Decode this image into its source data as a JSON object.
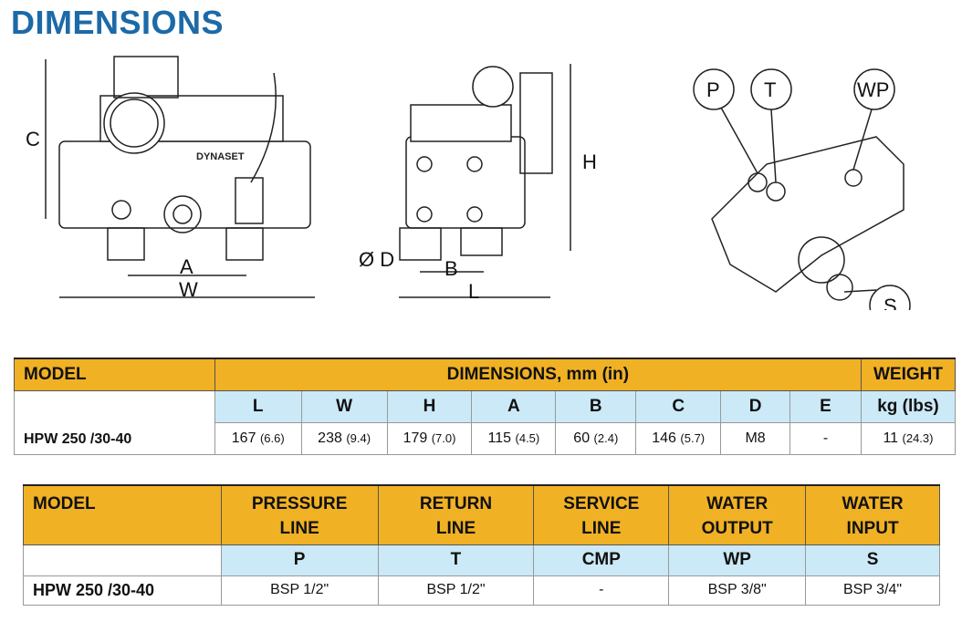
{
  "title": "DIMENSIONS",
  "drawing_labels": {
    "C": "C",
    "A": "A",
    "W": "W",
    "H": "H",
    "D": "Ø D",
    "B": "B",
    "L": "L",
    "P": "P",
    "T": "T",
    "WP": "WP",
    "S": "S",
    "brand": "DYNASET"
  },
  "table1": {
    "model_header": "MODEL",
    "dimensions_header": "DIMENSIONS, mm (in)",
    "weight_header": "WEIGHT",
    "columns": [
      "L",
      "W",
      "H",
      "A",
      "B",
      "C",
      "D",
      "E"
    ],
    "weight_unit": "kg (lbs)",
    "row": {
      "model": "HPW 250 /30-40",
      "values": [
        {
          "mm": "167",
          "in": "(6.6)"
        },
        {
          "mm": "238",
          "in": "(9.4)"
        },
        {
          "mm": "179",
          "in": "(7.0)"
        },
        {
          "mm": "115",
          "in": "(4.5)"
        },
        {
          "mm": "60",
          "in": "(2.4)"
        },
        {
          "mm": "146",
          "in": "(5.7)"
        },
        {
          "mm": "M8",
          "in": ""
        },
        {
          "mm": "-",
          "in": ""
        }
      ],
      "weight": {
        "kg": "11",
        "lbs": "(24.3)"
      }
    }
  },
  "table2": {
    "model_header": "MODEL",
    "headers": [
      [
        "PRESSURE",
        "LINE"
      ],
      [
        "RETURN",
        "LINE"
      ],
      [
        "SERVICE",
        "LINE"
      ],
      [
        "WATER",
        "OUTPUT"
      ],
      [
        "WATER",
        "INPUT"
      ]
    ],
    "codes": [
      "P",
      "T",
      "CMP",
      "WP",
      "S"
    ],
    "row": {
      "model": "HPW 250 /30-40",
      "values": [
        "BSP 1/2\"",
        "BSP 1/2\"",
        "-",
        "BSP 3/8\"",
        "BSP 3/4\""
      ]
    }
  }
}
